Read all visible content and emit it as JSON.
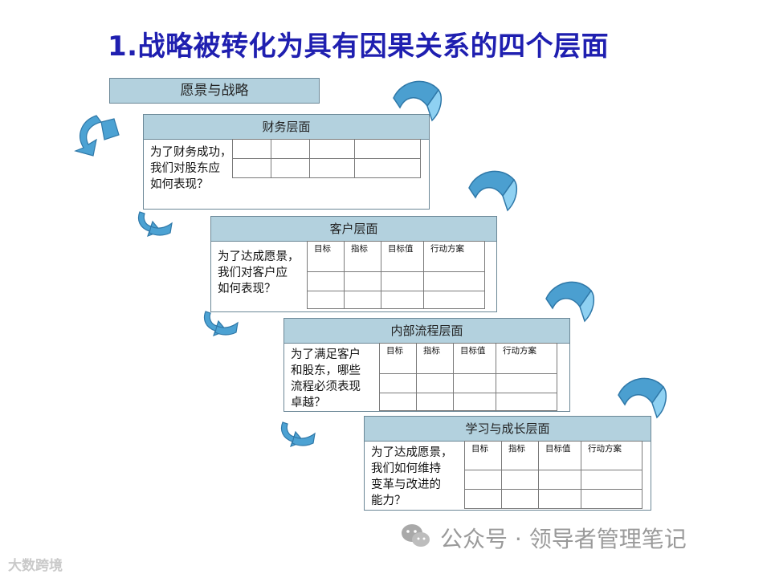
{
  "title": "1.战略被转化为具有因果关系的四个层面",
  "vision": "愿景与战略",
  "colors": {
    "panel_header": "#b3d1de",
    "arrow_fill": "#55a8d8",
    "title": "#1f1fb0"
  },
  "panels": [
    {
      "header": "财务层面",
      "question": "为了财务成功，\n我们对股东应\n如何表现？",
      "columns": [
        "",
        "",
        "",
        ""
      ]
    },
    {
      "header": "客户层面",
      "question": "为了达成愿景，\n我们对客户应\n如何表现？",
      "columns": [
        "目标",
        "指标",
        "目标值",
        "行动方案"
      ]
    },
    {
      "header": "内部流程层面",
      "question": "为了满足客户\n和股东，哪些\n流程必须表现\n卓越？",
      "columns": [
        "目标",
        "指标",
        "目标值",
        "行动方案"
      ]
    },
    {
      "header": "学习与成长层面",
      "question": "为了达成愿景，\n我们如何维持\n变革与改进的\n能力？",
      "columns": [
        "目标",
        "指标",
        "目标值",
        "行动方案"
      ]
    }
  ],
  "watermark": "公众号 · 领导者管理笔记",
  "corner_logo": "大数跨境",
  "icons": [
    "curved-arrow-icon",
    "wechat-icon"
  ]
}
